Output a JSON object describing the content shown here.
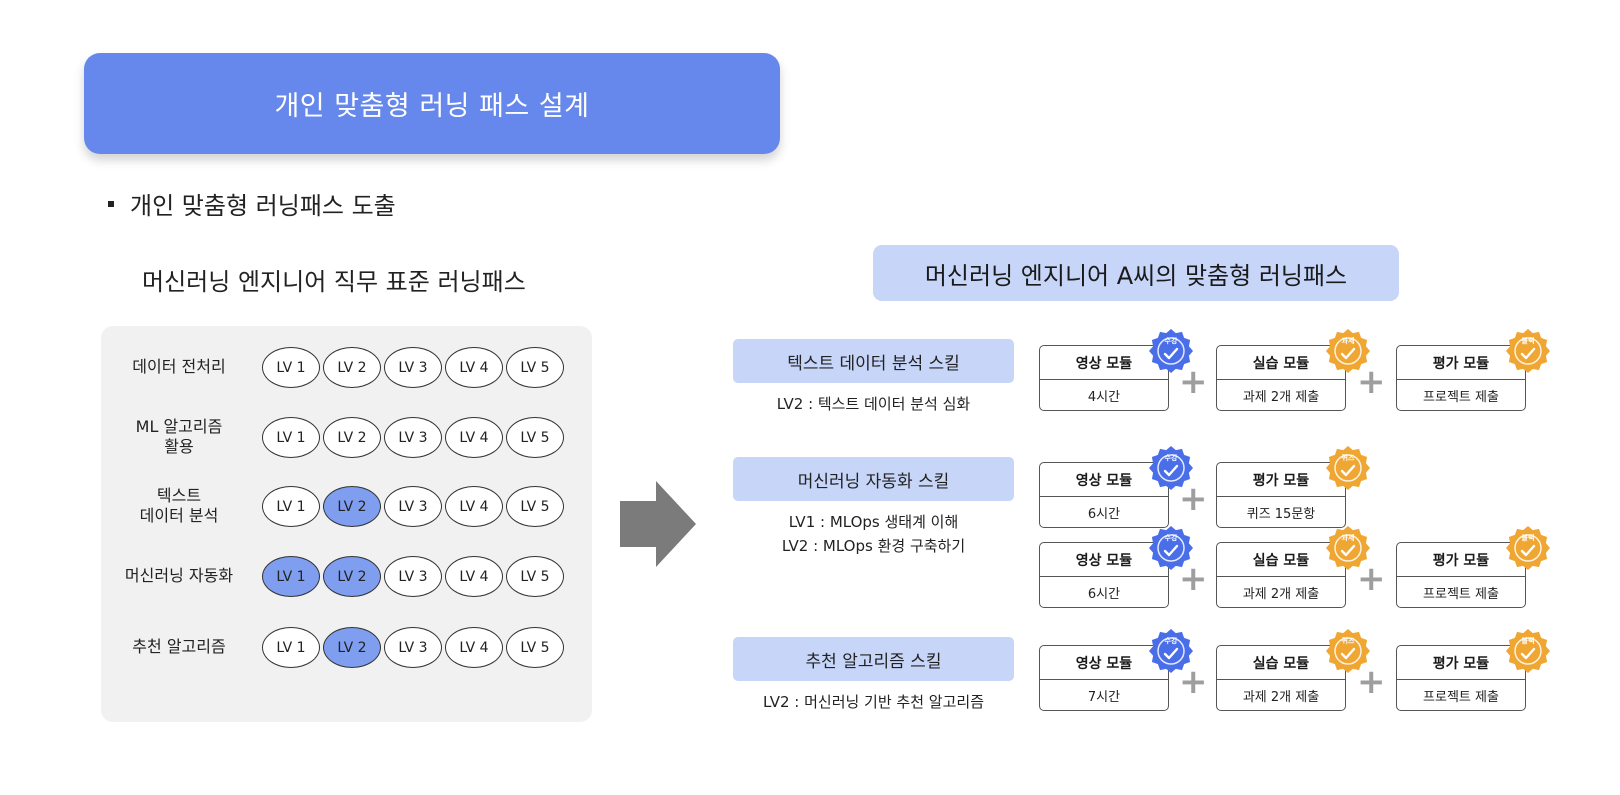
{
  "title": "개인 맞춤형 러닝 패스 설계",
  "bullet": "개인 맞춤형 러닝패스 도출",
  "standard_path": {
    "heading": "머신러닝 엔지니어 직무 표준 러닝패스",
    "levels": [
      "LV 1",
      "LV 2",
      "LV 3",
      "LV 4",
      "LV 5"
    ],
    "skills": [
      {
        "name": "데이터 전처리",
        "selected": []
      },
      {
        "name": "ML 알고리즘\n활용",
        "selected": []
      },
      {
        "name": "텍스트\n데이터 분석",
        "selected": [
          2
        ]
      },
      {
        "name": "머신러닝 자동화",
        "selected": [
          1,
          2
        ]
      },
      {
        "name": "추천 알고리즘",
        "selected": [
          2
        ]
      }
    ]
  },
  "custom_path": {
    "heading": "머신러닝 엔지니어 A씨의 맞춤형 러닝패스",
    "skills": [
      {
        "name": "텍스트 데이터 분석 스킬",
        "desc": [
          "LV2 : 텍스트 데이터 분석 심화"
        ],
        "tracks": [
          [
            {
              "title": "영상 모듈",
              "body": "4시간",
              "badge": "수강",
              "badge_color": "#4a6ee8"
            },
            {
              "title": "실습 모듈",
              "body": "과제 2개 제출",
              "badge": "과제",
              "badge_color": "#efa632"
            },
            {
              "title": "평가 모듈",
              "body": "프로젝트 제출",
              "badge": "블랙",
              "badge_color": "#efa632"
            }
          ]
        ]
      },
      {
        "name": "머신러닝 자동화 스킬",
        "desc": [
          "LV1 :  MLOps 생태계 이해",
          "LV2 :  MLOps 환경 구축하기"
        ],
        "tracks": [
          [
            {
              "title": "영상 모듈",
              "body": "6시간",
              "badge": "수강",
              "badge_color": "#4a6ee8"
            },
            {
              "title": "평가 모듈",
              "body": "퀴즈 15문항",
              "badge": "퀴즈",
              "badge_color": "#efa632"
            }
          ],
          [
            {
              "title": "영상 모듈",
              "body": "6시간",
              "badge": "수강",
              "badge_color": "#4a6ee8"
            },
            {
              "title": "실습 모듈",
              "body": "과제 2개 제출",
              "badge": "과제",
              "badge_color": "#efa632"
            },
            {
              "title": "평가 모듈",
              "body": "프로젝트 제출",
              "badge": "블랙",
              "badge_color": "#efa632"
            }
          ]
        ]
      },
      {
        "name": "추천 알고리즘 스킬",
        "desc": [
          "LV2 :  머신러닝 기반 추천 알고리즘"
        ],
        "tracks": [
          [
            {
              "title": "영상 모듈",
              "body": "7시간",
              "badge": "수강",
              "badge_color": "#4a6ee8"
            },
            {
              "title": "실습 모듈",
              "body": "과제 2개 제출",
              "badge": "퀴즈",
              "badge_color": "#efa632"
            },
            {
              "title": "평가 모듈",
              "body": "프로젝트 제출",
              "badge": "블랙",
              "badge_color": "#efa632"
            }
          ]
        ]
      }
    ]
  },
  "plus_symbol": "+",
  "colors": {
    "title_bar": "#6688ec",
    "chip": "#c6d5f8",
    "lv_selected": "#7f9ef0",
    "arrow": "#7b7b7b"
  }
}
